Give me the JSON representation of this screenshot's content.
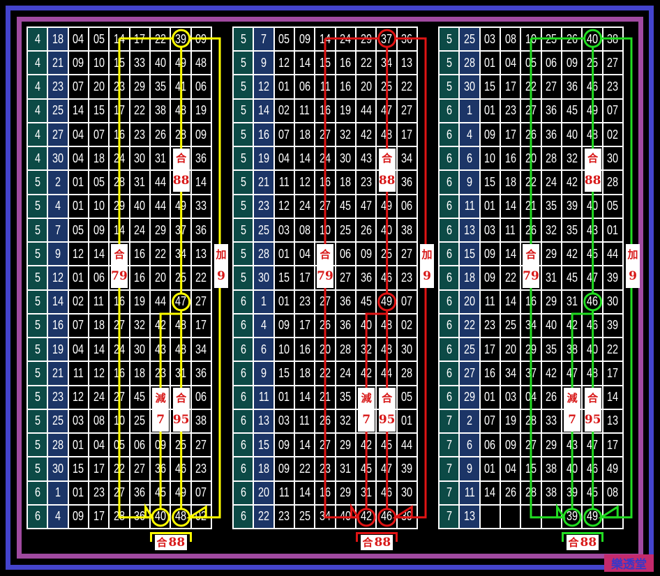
{
  "colors": {
    "frame_outer": "#4444cc",
    "frame_inner": "#a04aa0",
    "label_text": "#d81818"
  },
  "watermark": "樂透堂",
  "tables": [
    {
      "line_color": "#ffff00",
      "rows": [
        [
          "4",
          "18",
          "04",
          "05",
          "14",
          "17",
          "22",
          "39",
          "09"
        ],
        [
          "4",
          "21",
          "09",
          "10",
          "15",
          "33",
          "40",
          "49",
          "48"
        ],
        [
          "4",
          "23",
          "07",
          "20",
          "23",
          "29",
          "35",
          "41",
          "06"
        ],
        [
          "4",
          "25",
          "14",
          "15",
          "17",
          "22",
          "38",
          "48",
          "19"
        ],
        [
          "4",
          "27",
          "04",
          "07",
          "16",
          "23",
          "26",
          "28",
          "09"
        ],
        [
          "4",
          "30",
          "04",
          "18",
          "24",
          "30",
          "31",
          "",
          "36"
        ],
        [
          "5",
          "2",
          "01",
          "05",
          "28",
          "31",
          "44",
          "",
          "14"
        ],
        [
          "5",
          "4",
          "01",
          "10",
          "29",
          "40",
          "44",
          "49",
          "33"
        ],
        [
          "5",
          "7",
          "05",
          "09",
          "14",
          "24",
          "29",
          "37",
          "36"
        ],
        [
          "5",
          "9",
          "12",
          "14",
          "",
          "16",
          "22",
          "34",
          "13"
        ],
        [
          "5",
          "12",
          "01",
          "06",
          "",
          "16",
          "20",
          "25",
          "22"
        ],
        [
          "5",
          "14",
          "02",
          "11",
          "16",
          "19",
          "44",
          "47",
          "27"
        ],
        [
          "5",
          "16",
          "07",
          "18",
          "27",
          "32",
          "42",
          "48",
          "17"
        ],
        [
          "5",
          "19",
          "04",
          "14",
          "24",
          "30",
          "43",
          "48",
          "34"
        ],
        [
          "5",
          "21",
          "11",
          "12",
          "16",
          "18",
          "23",
          "31",
          "36"
        ],
        [
          "5",
          "23",
          "12",
          "24",
          "27",
          "45",
          "",
          "",
          "06"
        ],
        [
          "5",
          "25",
          "03",
          "08",
          "10",
          "25",
          "",
          "",
          "38"
        ],
        [
          "5",
          "28",
          "01",
          "04",
          "05",
          "06",
          "09",
          "25",
          "27"
        ],
        [
          "5",
          "30",
          "15",
          "17",
          "22",
          "27",
          "36",
          "46",
          "23"
        ],
        [
          "6",
          "1",
          "01",
          "23",
          "27",
          "36",
          "45",
          "49",
          "07"
        ],
        [
          "6",
          "4",
          "09",
          "17",
          "28",
          "36",
          "40",
          "48",
          "02"
        ]
      ],
      "labels": {
        "sum_top": {
          "char": "合",
          "value": "88"
        },
        "sum_left": {
          "char": "合",
          "value": "79"
        },
        "add": {
          "char": "加",
          "value": "9"
        },
        "minus": {
          "char": "減",
          "value": "7"
        },
        "sum_bottom": {
          "char": "合",
          "value": "95"
        },
        "footer": {
          "char": "合",
          "value": "88"
        }
      }
    },
    {
      "line_color": "#e01414",
      "rows": [
        [
          "5",
          "7",
          "05",
          "09",
          "14",
          "24",
          "29",
          "37",
          "36"
        ],
        [
          "5",
          "9",
          "12",
          "14",
          "15",
          "16",
          "22",
          "34",
          "13"
        ],
        [
          "5",
          "12",
          "01",
          "06",
          "11",
          "16",
          "20",
          "25",
          "22"
        ],
        [
          "5",
          "14",
          "02",
          "11",
          "16",
          "19",
          "44",
          "47",
          "27"
        ],
        [
          "5",
          "16",
          "07",
          "18",
          "27",
          "32",
          "42",
          "48",
          "17"
        ],
        [
          "5",
          "19",
          "04",
          "14",
          "24",
          "30",
          "43",
          "",
          "34"
        ],
        [
          "5",
          "21",
          "11",
          "12",
          "16",
          "18",
          "23",
          "",
          "36"
        ],
        [
          "5",
          "23",
          "12",
          "24",
          "27",
          "45",
          "47",
          "49",
          "06"
        ],
        [
          "5",
          "25",
          "03",
          "08",
          "10",
          "25",
          "26",
          "40",
          "38"
        ],
        [
          "5",
          "28",
          "01",
          "04",
          "",
          "06",
          "09",
          "25",
          "27"
        ],
        [
          "5",
          "30",
          "15",
          "17",
          "",
          "27",
          "36",
          "46",
          "23"
        ],
        [
          "6",
          "1",
          "01",
          "23",
          "27",
          "36",
          "45",
          "49",
          "07"
        ],
        [
          "6",
          "4",
          "09",
          "17",
          "26",
          "36",
          "40",
          "48",
          "02"
        ],
        [
          "6",
          "6",
          "10",
          "16",
          "20",
          "28",
          "32",
          "48",
          "30"
        ],
        [
          "6",
          "9",
          "15",
          "18",
          "22",
          "24",
          "42",
          "44",
          "28"
        ],
        [
          "6",
          "11",
          "01",
          "14",
          "21",
          "35",
          "",
          "",
          "05"
        ],
        [
          "6",
          "13",
          "03",
          "11",
          "26",
          "32",
          "",
          "",
          "01"
        ],
        [
          "6",
          "15",
          "09",
          "14",
          "27",
          "29",
          "42",
          "45",
          "44"
        ],
        [
          "6",
          "18",
          "09",
          "22",
          "23",
          "31",
          "45",
          "47",
          "39"
        ],
        [
          "6",
          "20",
          "11",
          "14",
          "16",
          "29",
          "31",
          "46",
          "30"
        ],
        [
          "6",
          "22",
          "23",
          "25",
          "34",
          "40",
          "42",
          "46",
          "39"
        ]
      ],
      "labels": {
        "sum_top": {
          "char": "合",
          "value": "88"
        },
        "sum_left": {
          "char": "合",
          "value": "79"
        },
        "add": {
          "char": "加",
          "value": "9"
        },
        "minus": {
          "char": "減",
          "value": "7"
        },
        "sum_bottom": {
          "char": "合",
          "value": "95"
        },
        "footer": {
          "char": "合",
          "value": "88"
        }
      }
    },
    {
      "line_color": "#22dd22",
      "rows": [
        [
          "5",
          "25",
          "03",
          "08",
          "10",
          "25",
          "26",
          "40",
          "38"
        ],
        [
          "5",
          "28",
          "01",
          "04",
          "05",
          "06",
          "09",
          "25",
          "27"
        ],
        [
          "5",
          "30",
          "15",
          "17",
          "22",
          "27",
          "36",
          "46",
          "23"
        ],
        [
          "6",
          "1",
          "01",
          "23",
          "27",
          "36",
          "45",
          "49",
          "07"
        ],
        [
          "6",
          "4",
          "09",
          "17",
          "26",
          "36",
          "40",
          "48",
          "02"
        ],
        [
          "6",
          "6",
          "10",
          "16",
          "20",
          "28",
          "32",
          "",
          "30"
        ],
        [
          "6",
          "9",
          "15",
          "18",
          "22",
          "24",
          "42",
          "",
          "28"
        ],
        [
          "6",
          "11",
          "01",
          "14",
          "21",
          "35",
          "39",
          "40",
          "05"
        ],
        [
          "6",
          "13",
          "03",
          "11",
          "26",
          "32",
          "35",
          "43",
          "01"
        ],
        [
          "6",
          "15",
          "09",
          "14",
          "",
          "29",
          "42",
          "45",
          "44"
        ],
        [
          "6",
          "18",
          "09",
          "22",
          "",
          "31",
          "45",
          "47",
          "39"
        ],
        [
          "6",
          "20",
          "11",
          "14",
          "16",
          "29",
          "31",
          "46",
          "30"
        ],
        [
          "6",
          "22",
          "23",
          "25",
          "34",
          "40",
          "42",
          "46",
          "39"
        ],
        [
          "6",
          "25",
          "17",
          "20",
          "29",
          "35",
          "38",
          "40",
          "22"
        ],
        [
          "6",
          "27",
          "16",
          "34",
          "37",
          "42",
          "47",
          "48",
          "17"
        ],
        [
          "6",
          "29",
          "01",
          "03",
          "04",
          "26",
          "",
          "",
          "14"
        ],
        [
          "7",
          "2",
          "07",
          "19",
          "28",
          "33",
          "",
          "",
          "13"
        ],
        [
          "7",
          "6",
          "06",
          "09",
          "27",
          "29",
          "43",
          "47",
          "17"
        ],
        [
          "7",
          "9",
          "01",
          "04",
          "15",
          "38",
          "40",
          "46",
          "49"
        ],
        [
          "7",
          "11",
          "14",
          "26",
          "28",
          "38",
          "39",
          "45",
          "08"
        ],
        [
          "7",
          "13",
          "",
          "",
          "",
          "",
          "39",
          "49",
          ""
        ]
      ],
      "labels": {
        "sum_top": {
          "char": "合",
          "value": "88"
        },
        "sum_left": {
          "char": "合",
          "value": "79"
        },
        "add": {
          "char": "加",
          "value": "9"
        },
        "minus": {
          "char": "減",
          "value": "7"
        },
        "sum_bottom": {
          "char": "合",
          "value": "95"
        },
        "footer": {
          "char": "合",
          "value": "88"
        }
      }
    }
  ]
}
